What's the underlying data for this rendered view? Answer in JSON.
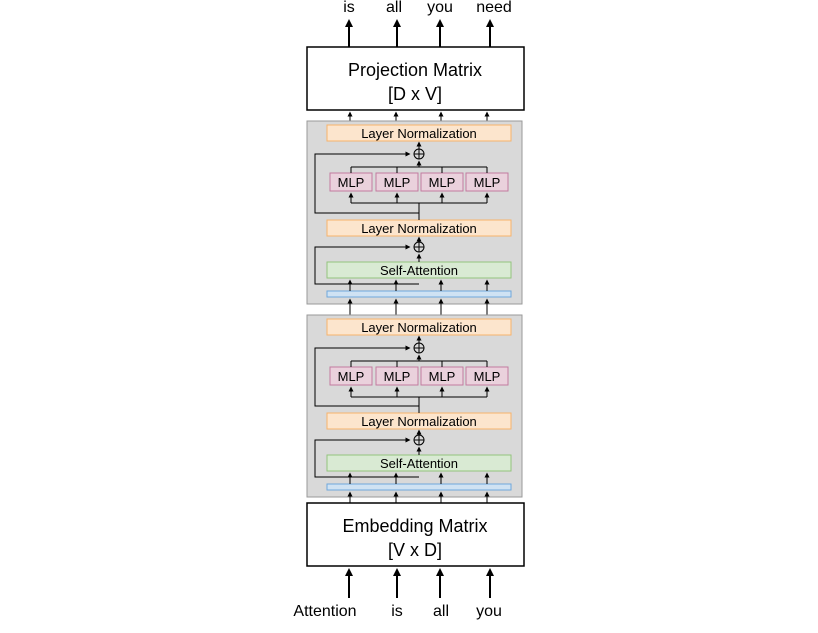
{
  "output_tokens": [
    "is",
    "all",
    "you",
    "need"
  ],
  "input_tokens": [
    "Attention",
    "is",
    "all",
    "you"
  ],
  "projection": {
    "title": "Projection Matrix",
    "dims": "[D x V]"
  },
  "embedding": {
    "title": "Embedding Matrix",
    "dims": "[V x D]"
  },
  "blocks": [
    {
      "layer_norm_top": "Layer Normalization",
      "mlp_labels": [
        "MLP",
        "MLP",
        "MLP",
        "MLP"
      ],
      "layer_norm_mid": "Layer Normalization",
      "self_attention": "Self-Attention"
    },
    {
      "layer_norm_top": "Layer Normalization",
      "mlp_labels": [
        "MLP",
        "MLP",
        "MLP",
        "MLP"
      ],
      "layer_norm_mid": "Layer Normalization",
      "self_attention": "Self-Attention"
    }
  ],
  "colors": {
    "block_fill": "#d9d9d9",
    "layer_norm_fill": "#fce5cd",
    "layer_norm_stroke": "#f6b26b",
    "mlp_fill": "#ead1dc",
    "mlp_stroke": "#c27ba0",
    "attention_fill": "#d9ead3",
    "attention_stroke": "#93c47d",
    "input_bar_fill": "#cfe2f3",
    "input_bar_stroke": "#6fa8dc"
  }
}
